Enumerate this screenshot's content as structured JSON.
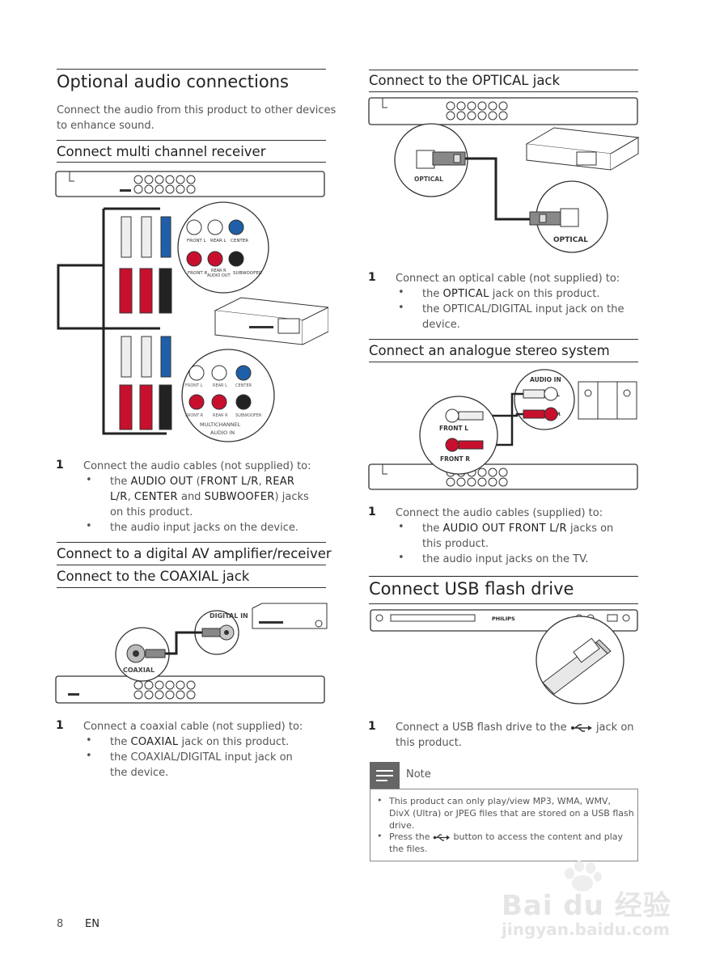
{
  "left": {
    "main_title": "Optional audio connections",
    "intro_line1": "Connect the audio from this product to other devices",
    "intro_line2": "to enhance sound.",
    "multi": {
      "title": "Connect multi channel receiver",
      "fig_labels": {
        "front_l": "FRONT L",
        "rear_l": "REAR L",
        "center": "CENTER",
        "front_r": "FRONT R",
        "rear_r_1": "REAR R",
        "audio_out": "AUDIO OUT",
        "subwoofer": "SUBWOOFER",
        "front_l2": "FRONT L",
        "rear_l2": "REAR L",
        "center2": "CENTER",
        "front_r2": "FRONT R",
        "rear_r2": "REAR R",
        "subwoofer2": "SUBWOOFER",
        "multichannel": "MULTICHANNEL",
        "audio_in": "AUDIO IN"
      },
      "step_num": "1",
      "step_text": "Connect the audio cables (not supplied) to:",
      "b1_pre": "the ",
      "b1_k1": "AUDIO OUT",
      "b1_m1": " (",
      "b1_k2": "FRONT L/R",
      "b1_m2": ", ",
      "b1_k3": "REAR",
      "b1_k4": "L/R",
      "b1_m3": ", ",
      "b1_k5": "CENTER",
      "b1_m4": " and ",
      "b1_k6": "SUBWOOFER",
      "b1_m5": ") jacks",
      "b1_line3": "on this product.",
      "b2": "the audio input jacks on the device."
    },
    "digital_title": "Connect to a digital AV amplifier/receiver",
    "coax": {
      "title": "Connect to the COAXIAL jack",
      "fig_digital_in": "DIGITAL IN",
      "fig_coaxial": "COAXIAL",
      "step_num": "1",
      "step_text": "Connect a coaxial cable (not supplied) to:",
      "b1_pre": "the ",
      "b1_k": "COAXIAL",
      "b1_post": " jack on this product.",
      "b2_line1": "the COAXIAL/DIGITAL input jack on",
      "b2_line2": "the device."
    },
    "page_num": "8",
    "lang": "EN"
  },
  "right": {
    "optical": {
      "title": "Connect to the OPTICAL jack",
      "fig_optical_1": "OPTICAL",
      "fig_optical_2": "OPTICAL",
      "step_num": "1",
      "step_text": "Connect an optical cable (not supplied) to:",
      "b1_pre": "the ",
      "b1_k": "OPTICAL",
      "b1_post": " jack on this product.",
      "b2_line1": "the OPTICAL/DIGITAL input jack on the",
      "b2_line2": "device."
    },
    "analogue": {
      "title": "Connect an analogue stereo system",
      "fig_audio_in": "AUDIO IN",
      "fig_l": "L",
      "fig_r": "R",
      "fig_front_l": "FRONT L",
      "fig_front_r": "FRONT R",
      "step_num": "1",
      "step_text": "Connect the audio cables (supplied) to:",
      "b1_pre": "the ",
      "b1_k": "AUDIO OUT FRONT L/R",
      "b1_post": " jacks on",
      "b1_line2": "this product.",
      "b2": "the audio input jacks on the TV."
    },
    "usb": {
      "title": "Connect USB flash drive",
      "fig_brand": "PHILIPS",
      "step_num": "1",
      "step_pre": "Connect a USB flash drive to the",
      "step_post": "jack on",
      "step_line2": "this product."
    },
    "note": {
      "label": "Note",
      "n1_line1": "This product can only play/view MP3, WMA, WMV,",
      "n1_line2": "DivX (Ultra) or JPEG files that are stored on a USB flash",
      "n1_line3": "drive.",
      "n2_pre": "Press the",
      "n2_post": "button to access the content and play",
      "n2_line2": "the files."
    }
  },
  "watermark": {
    "logo": "Bai du 经验",
    "url": "jingyan.baidu.com"
  },
  "colors": {
    "red_plug": "#c8102e",
    "blue_plug": "#1f5fa8",
    "text": "#555555",
    "heading": "#222222",
    "note_head": "#666666"
  }
}
